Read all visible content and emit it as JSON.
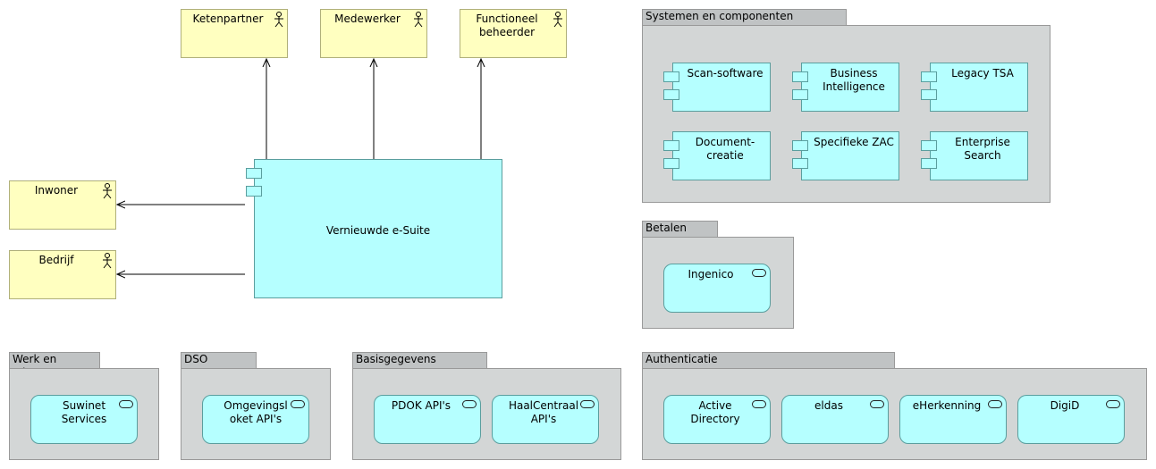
{
  "actors": {
    "ketenpartner": "Ketenpartner",
    "medewerker": "Medewerker",
    "functioneel_beheerder": "Functioneel beheerder",
    "inwoner": "Inwoner",
    "bedrijf": "Bedrijf"
  },
  "main_component": "Vernieuwde e-Suite",
  "groups": {
    "systemen": {
      "title": "Systemen en componenten",
      "items": [
        "Scan-software",
        "Business Intelligence",
        "Legacy TSA",
        "Document-creatie",
        "Specifieke ZAC",
        "Enterprise Search"
      ]
    },
    "betalen": {
      "title": "Betalen",
      "items": [
        "Ingenico"
      ]
    },
    "werk": {
      "title": "Werk en Inkomen",
      "items": [
        "Suwinet Services"
      ]
    },
    "dso": {
      "title": "DSO",
      "items": [
        "Omgevingsloket API's"
      ]
    },
    "basis": {
      "title": "Basisgegevens",
      "items": [
        "PDOK API's",
        "HaalCentraal API's"
      ]
    },
    "auth": {
      "title": "Authenticatie",
      "items": [
        "Active Directory",
        "eldas",
        "eHerkenning",
        "DigiD"
      ]
    }
  },
  "colors": {
    "actor_fill": "#ffffc0",
    "component_fill": "#b5ffff",
    "group_fill": "#d3d6d6",
    "group_tab_fill": "#c0c3c4"
  }
}
